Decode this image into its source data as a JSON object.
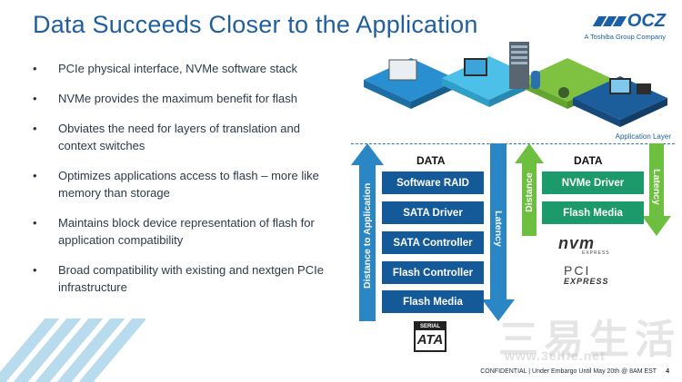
{
  "title": "Data Succeeds Closer to the Application",
  "logo": {
    "brand": "OCZ",
    "sub": "A Toshiba Group Company"
  },
  "bullets": [
    "PCIe physical interface, NVMe software stack",
    "NVMe provides the maximum benefit for flash",
    "Obviates the need for layers of translation and context switches",
    "Optimizes applications access to flash – more like memory than storage",
    "Maintains block device representation of flash for application compatibility",
    "Broad compatibility with existing and nextgen PCIe infrastructure"
  ],
  "diagram": {
    "app_layer_label": "Application Layer",
    "left": {
      "data_label": "DATA",
      "layers": [
        "Software RAID",
        "SATA Driver",
        "SATA Controller",
        "Flash Controller",
        "Flash Media"
      ],
      "up_arrow_label": "Distance to Application",
      "down_arrow_label": "Latency"
    },
    "right": {
      "data_label": "DATA",
      "layers": [
        "NVMe Driver",
        "Flash Media"
      ],
      "up_arrow_label": "Distance",
      "down_arrow_label": "Latency"
    }
  },
  "badges": {
    "nvm": "nvm",
    "nvm_sub": "EXPRESS",
    "pci": "PCI",
    "pci_sub": "EXPRESS",
    "sata_top": "SERIAL",
    "sata_bottom": "ATA"
  },
  "watermark": {
    "text": "三易生活",
    "url": "www.3elife.net"
  },
  "footer": {
    "text": "CONFIDENTIAL | Under Embargo Until May 20th @ 8AM EST",
    "page": "4"
  },
  "colors": {
    "title": "#1f5f9f",
    "stack_blue": "#145a99",
    "stack_green": "#1d9a6b",
    "arrow_blue": "#2a86c4",
    "arrow_green": "#6cbf3f"
  }
}
